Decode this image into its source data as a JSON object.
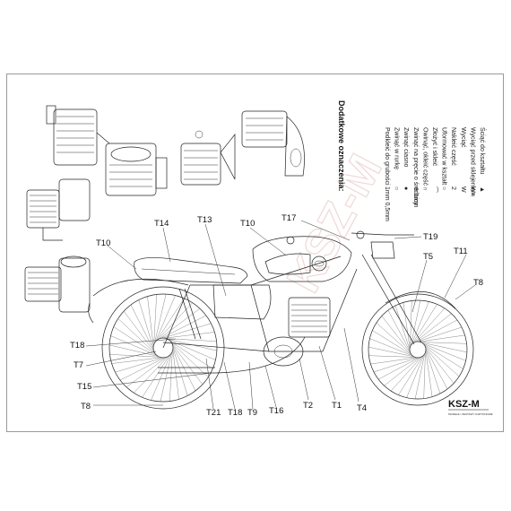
{
  "labels": {
    "t14": "T14",
    "t13": "T13",
    "t10_top": "T10",
    "t17": "T17",
    "t19": "T19",
    "t10_left": "T10",
    "t5": "T5",
    "t11": "T11",
    "t8_right": "T8",
    "t18_left": "T18",
    "t7": "T7",
    "t15": "T15",
    "t8_left": "T8",
    "t21": "T21",
    "t18_bottom": "T18",
    "t9": "T9",
    "t16": "T16",
    "t2": "T2",
    "t1": "T1",
    "t4": "T4"
  },
  "legend": {
    "title": "Dodatkowe oznaczenia:",
    "items": [
      "Podkleić do grubości",
      "Zwinąć w rurkę",
      "Zwinąć ciasno",
      "Zwinąć na pręcie o średnicy",
      "Owinąć, okleić część",
      "Złożyć i skleić",
      "Uformować w kształt",
      "Nakleić część",
      "Wyciąć",
      "Wyciąć przed sklejeniem",
      "Ściąć do kształtu"
    ],
    "symbols": [
      "1mm 0,5mm",
      "○",
      "●",
      "⊕ 1mm",
      "∩",
      "⌒",
      "○",
      "2",
      "W",
      "W+",
      "▲"
    ]
  },
  "brand": {
    "logo": "KSZ-M",
    "subtitle": "MODELE I ZESTAWY KARTONOWE"
  },
  "watermark": "KSZ-M"
}
